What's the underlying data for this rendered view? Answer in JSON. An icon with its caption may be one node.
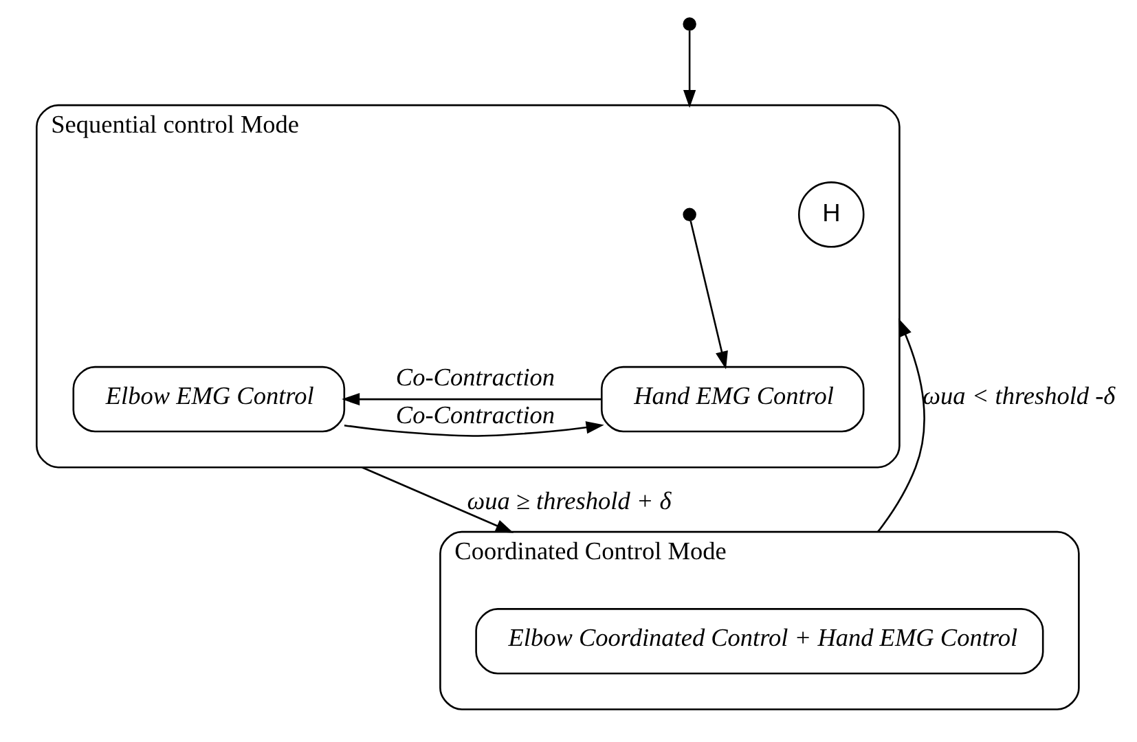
{
  "diagram": {
    "nodes": [
      {
        "text": [
          "Sequential control Mode"
        ]
      },
      {
        "text": [],
        "shape": "circle"
      },
      {
        "text": [],
        "shape": "circle",
        "in": 0
      },
      {
        "text": [
          "Hand EMG Control"
        ],
        "in": 0
      },
      {
        "text": [
          "Elbow EMG Control"
        ],
        "in": 0
      },
      {
        "text": [
          "H"
        ],
        "in": 0
      },
      {
        "text": [
          "Coordinated Control Mode"
        ]
      },
      {
        "text": [
          "Elbow Coordinated Control + Hand EMG Control"
        ],
        "in": 6
      }
    ],
    "edges": [
      {
        "from": 1,
        "to": 0,
        "arrow": "to"
      },
      {
        "from": 2,
        "to": 3,
        "arrow": "to"
      },
      {
        "from": 3,
        "to": 4,
        "arrow": "to",
        "label": "Co-Contraction"
      },
      {
        "from": 4,
        "to": 3,
        "arrow": "to",
        "label": "Co-Contraction"
      },
      {
        "from": 0,
        "to": 6,
        "arrow": "to",
        "label": "ωua ≥ threshold + δ"
      },
      {
        "from": 6,
        "to": 0,
        "arrow": "to",
        "label": "ωua < threshold -δ"
      }
    ]
  }
}
